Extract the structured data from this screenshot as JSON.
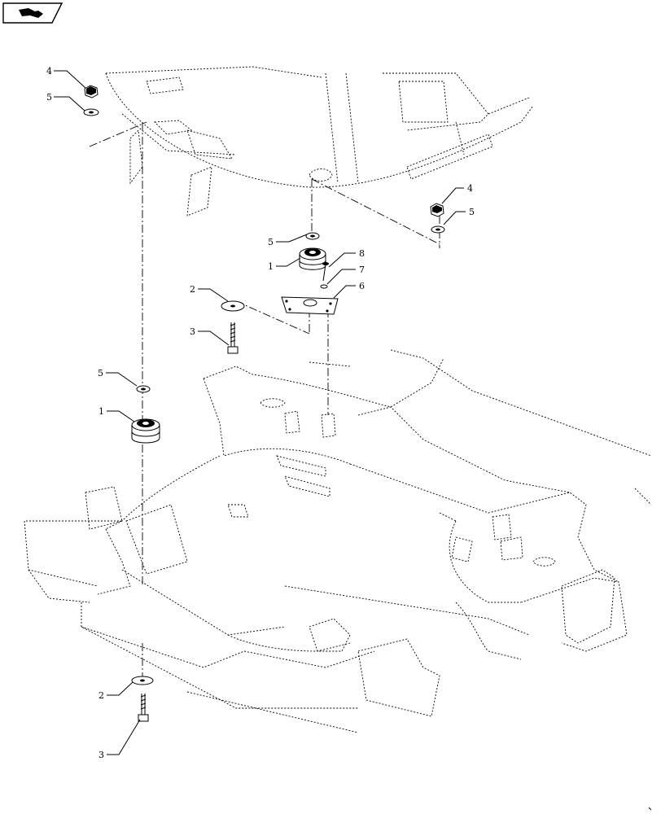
{
  "toolbar": {
    "nav_icon": "arrow-right-icon"
  },
  "callouts": [
    {
      "label": "4"
    },
    {
      "label": "5"
    },
    {
      "label": "4"
    },
    {
      "label": "5"
    },
    {
      "label": "5"
    },
    {
      "label": "1"
    },
    {
      "label": "8"
    },
    {
      "label": "7"
    },
    {
      "label": "6"
    },
    {
      "label": "2"
    },
    {
      "label": "3"
    },
    {
      "label": "5"
    },
    {
      "label": "1"
    },
    {
      "label": "2"
    },
    {
      "label": "3"
    }
  ]
}
